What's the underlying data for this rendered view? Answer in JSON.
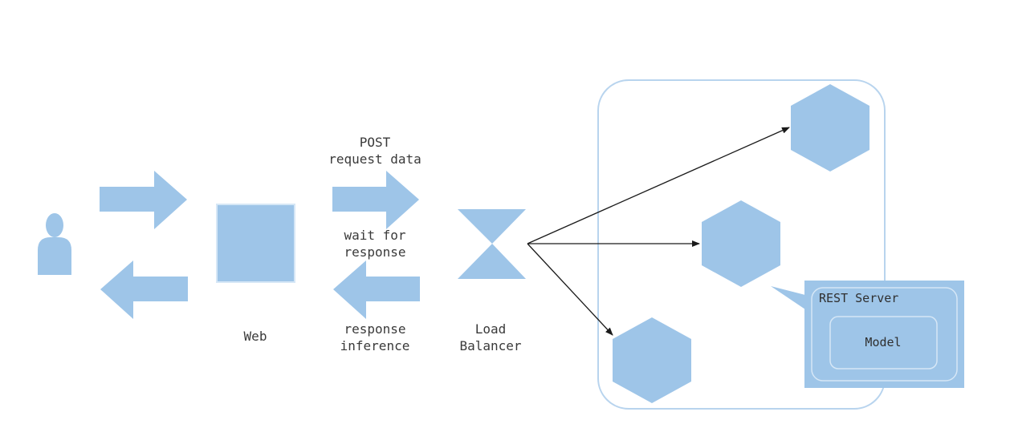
{
  "colors": {
    "shape_fill": "#9ec5e8",
    "shape_fill_light": "#a9cdec",
    "inner_outline": "#d6e7f6",
    "cluster_border": "#b8d4ee",
    "connector": "#1a1a1a",
    "text": "#3a3a3a"
  },
  "nodes": {
    "user": {
      "icon": "person-icon"
    },
    "web": {
      "label": "Web"
    },
    "load_balancer": {
      "line1": "Load",
      "line2": "Balancer"
    },
    "rest_server": {
      "title": "REST Server",
      "model": "Model"
    }
  },
  "arrows": {
    "request": {
      "line1": "POST",
      "line2": "request data"
    },
    "wait": {
      "line1": "wait for",
      "line2": "response"
    },
    "response": {
      "line1": "response",
      "line2": "inference"
    }
  }
}
